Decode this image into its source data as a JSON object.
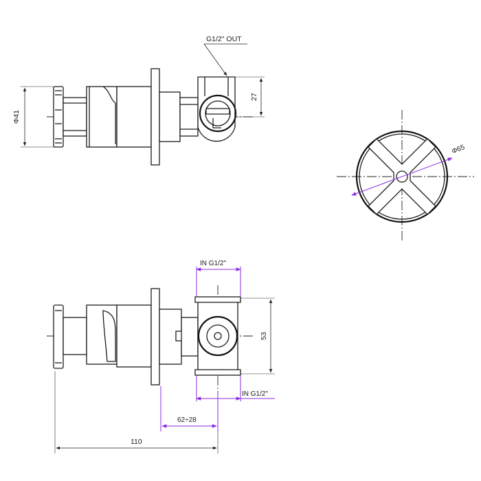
{
  "labels": {
    "outlet": "G1/2\" OUT",
    "dia_body": "Φ41",
    "height_outlet": "27",
    "dia_handle": "Φ65",
    "inlet_top": "IN  G1/2\"",
    "inlet_bottom": "IN  G1/2\"",
    "height_body": "53",
    "wall_depth": "62÷28",
    "total_length": "110"
  },
  "colors": {
    "line": "#1a1a1a",
    "dimension_highlight": "#8a2be2"
  }
}
